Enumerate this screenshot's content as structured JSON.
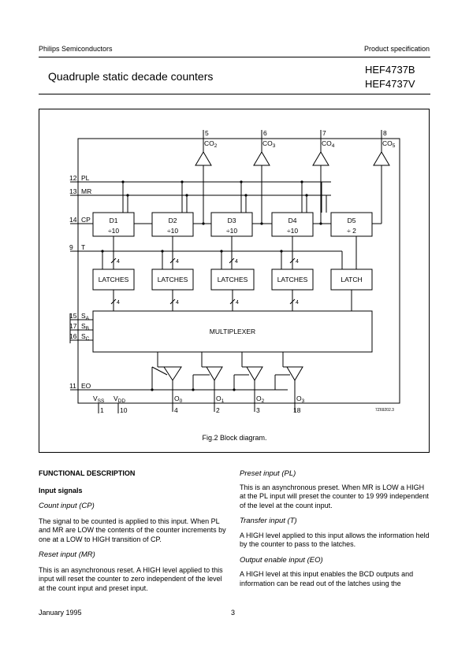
{
  "header": {
    "company": "Philips Semiconductors",
    "doc_type": "Product specification",
    "title": "Quadruple static decade counters",
    "part_numbers": [
      "HEF4737B",
      "HEF4737V"
    ]
  },
  "figure": {
    "caption": "Fig.2  Block diagram.",
    "ref_code": "7Z69202.3",
    "counters": [
      {
        "name": "D1",
        "div": "÷10"
      },
      {
        "name": "D2",
        "div": "÷10"
      },
      {
        "name": "D3",
        "div": "÷10"
      },
      {
        "name": "D4",
        "div": "÷10"
      },
      {
        "name": "D5",
        "div": "÷ 2"
      }
    ],
    "latches": [
      "LATCHES",
      "LATCHES",
      "LATCHES",
      "LATCHES",
      "LATCH"
    ],
    "multiplexer": "MULTIPLEXER",
    "bus_width": "4",
    "left_pins": [
      {
        "pin": "12",
        "name": "PL"
      },
      {
        "pin": "13",
        "name": "MR"
      },
      {
        "pin": "14",
        "name": "CP"
      },
      {
        "pin": "9",
        "name": "T"
      },
      {
        "pin": "15",
        "name": "S",
        "sub": "A"
      },
      {
        "pin": "17",
        "name": "S",
        "sub": "B"
      },
      {
        "pin": "16",
        "name": "S",
        "sub": "C"
      },
      {
        "pin": "11",
        "name": "EO"
      }
    ],
    "top_outputs": [
      {
        "pin": "5",
        "name": "CO",
        "sub": "2"
      },
      {
        "pin": "6",
        "name": "CO",
        "sub": "3"
      },
      {
        "pin": "7",
        "name": "CO",
        "sub": "4"
      },
      {
        "pin": "8",
        "name": "CO",
        "sub": "5"
      }
    ],
    "supply_pins": [
      {
        "pin": "1",
        "name": "V",
        "sub": "SS"
      },
      {
        "pin": "10",
        "name": "V",
        "sub": "DD"
      }
    ],
    "bottom_outputs": [
      {
        "pin": "4",
        "name": "O",
        "sub": "0"
      },
      {
        "pin": "2",
        "name": "O",
        "sub": "1"
      },
      {
        "pin": "3",
        "name": "O",
        "sub": "2"
      },
      {
        "pin": "18",
        "name": "O",
        "sub": "3"
      }
    ]
  },
  "text": {
    "functional_heading": "FUNCTIONAL DESCRIPTION",
    "input_signals_heading": "Input signals",
    "count_heading": "Count input (CP)",
    "count_body": "The signal to be counted is applied to this input. When PL and MR are LOW the contents of the counter increments by one at a LOW to HIGH transition of CP.",
    "reset_heading": "Reset input (MR)",
    "reset_body": "This is an asynchronous reset. A HIGH level applied to this input will reset the counter to zero independent of the level at the count input and preset input.",
    "preset_heading": "Preset input (PL)",
    "preset_body": "This is an asynchronous preset. When MR is LOW a HIGH at the PL input will preset the counter to 19 999 independent of the level at the count input.",
    "transfer_heading": "Transfer input (T)",
    "transfer_body": "A HIGH level applied to this input allows the information held by the counter to pass to the latches.",
    "enable_heading": "Output enable input (EO)",
    "enable_body": "A HIGH level at this input enables the BCD outputs and information can be read out of the latches using the"
  },
  "footer": {
    "date": "January 1995",
    "page": "3"
  }
}
